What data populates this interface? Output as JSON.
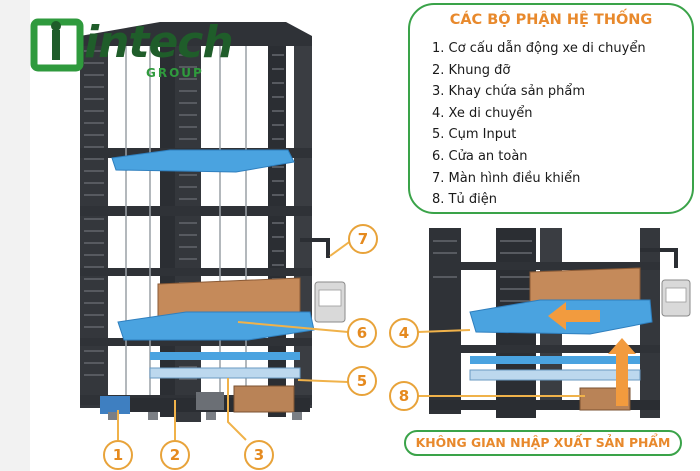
{
  "logo": {
    "brand": "intech",
    "subtext": "GROUP"
  },
  "legend": {
    "title": "CÁC BỘ PHẬN HỆ THỐNG",
    "items": [
      "1. Cơ cấu dẫn động xe di chuyển",
      "2. Khung đỡ",
      "3. Khay chứa sản phẩm",
      "4. Xe di chuyển",
      "5. Cụm Input",
      "6. Cửa an toàn",
      "7. Màn hình điều khiển",
      "8. Tủ điện"
    ]
  },
  "callouts": {
    "c1": "1",
    "c2": "2",
    "c3": "3",
    "c4": "4",
    "c5": "5",
    "c6": "6",
    "c7": "7",
    "c8": "8"
  },
  "space_label": "KHÔNG GIAN NHẬP XUẤT SẢN PHẨM",
  "colors": {
    "frame": "#3a3d42",
    "accent_orange": "#e8892c",
    "legend_border": "#3aa349",
    "tray_blue": "#4aa3e0",
    "panel_brown": "#c58a5a"
  }
}
